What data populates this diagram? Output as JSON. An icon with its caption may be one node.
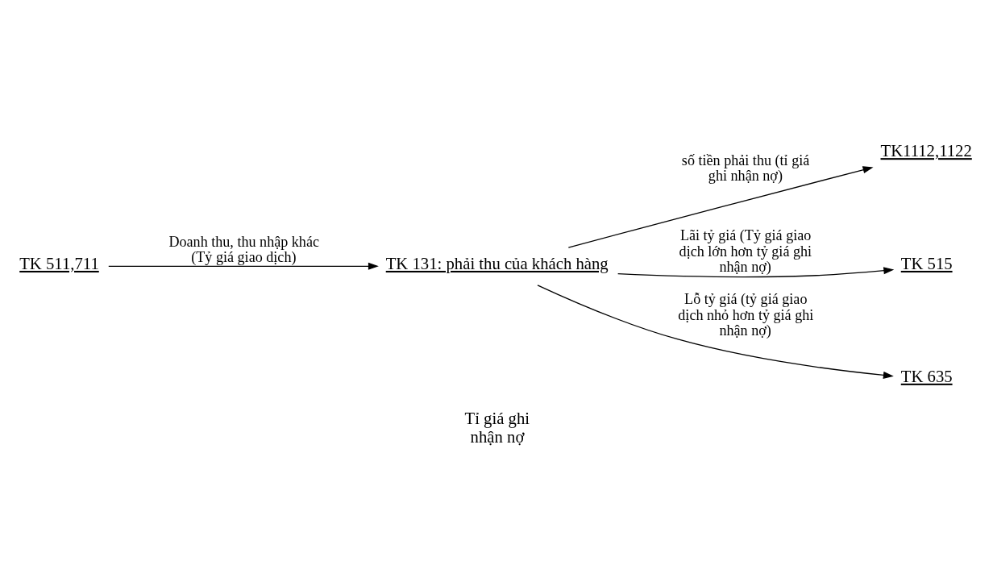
{
  "diagram": {
    "nodes": [
      {
        "text": [
          "TK 511,711"
        ]
      },
      {
        "text": [
          "TK 131: phải thu của khách hàng"
        ]
      },
      {
        "text": [
          "TK1112,1122"
        ]
      },
      {
        "text": [
          "TK 515"
        ]
      },
      {
        "text": [
          "TK 635"
        ]
      }
    ],
    "edges": [
      {
        "from": 0,
        "to": 1,
        "arrow": "to",
        "label": "Doanh thu, thu nhập khác (Tỷ giá giao dịch)"
      },
      {
        "from": 1,
        "to": 2,
        "arrow": "to",
        "label": "số tiền phải thu (tỉ giá ghi nhận nợ)"
      },
      {
        "from": 1,
        "to": 3,
        "arrow": "to",
        "label": "Lãi tỷ giá (Tỷ giá giao dịch lớn hơn tỷ giá ghi nhận nợ)"
      },
      {
        "from": 1,
        "to": 4,
        "arrow": "to",
        "label": "Lỗ tỷ giá (tỷ giá giao dịch nhỏ hơn tỷ giá ghi nhận nợ)"
      }
    ],
    "labels": [
      "Tỉ giá ghi nhận nợ"
    ]
  }
}
